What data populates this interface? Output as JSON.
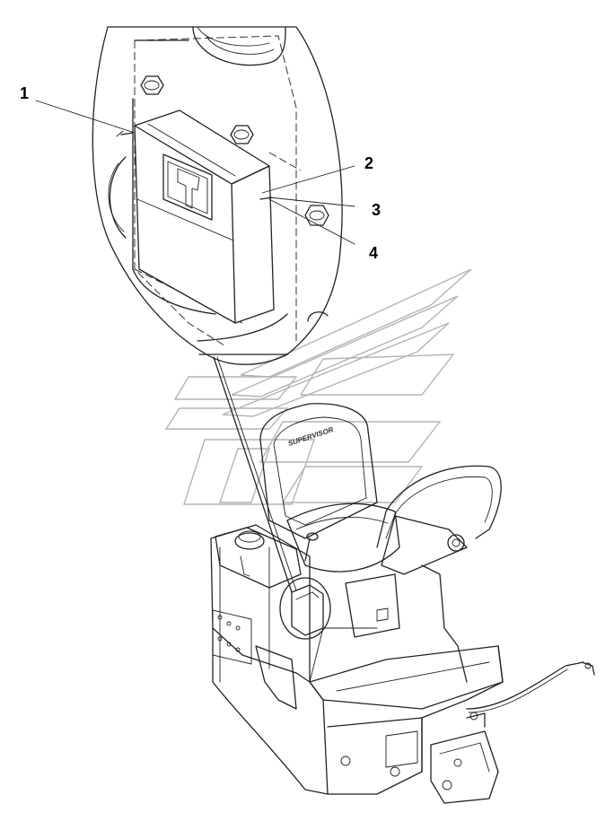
{
  "diagram": {
    "callouts": [
      {
        "id": "1",
        "label": "1"
      },
      {
        "id": "2",
        "label": "2"
      },
      {
        "id": "3",
        "label": "3"
      },
      {
        "id": "4",
        "label": "4"
      }
    ],
    "seat_logo_text": "SUPERVISOR",
    "colors": {
      "line": "#222222",
      "background": "#ffffff",
      "watermark": "#b4b4b4"
    }
  }
}
